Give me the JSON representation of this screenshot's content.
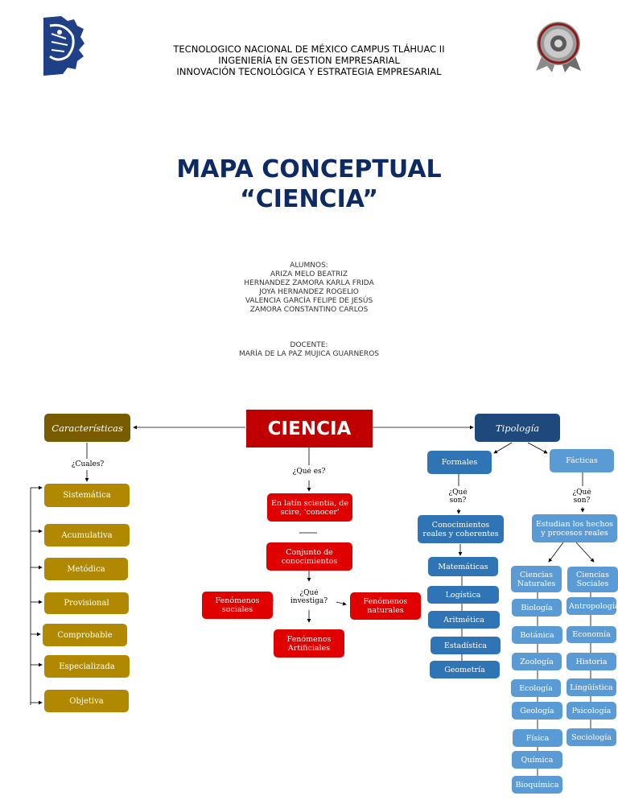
{
  "header": {
    "line1": "TECNOLOGICO NACIONAL DE MÉXICO CAMPUS TLÁHUAC II",
    "line2": "INGENIERÍA EN GESTION EMPRESARIAL",
    "line3": "INNOVACIÓN TECNOLÓGICA Y ESTRATEGIA EMPRESARIAL"
  },
  "title": {
    "line1": "MAPA CONCEPTUAL",
    "line2": "“CIENCIA”"
  },
  "students": {
    "heading": "ALUMNOS:",
    "names": [
      "ARIZA MELO BEATRIZ",
      "HERNANDEZ ZAMORA KARLA FRIDA",
      "JOYA HERNANDEZ ROGELIO",
      "VALENCIA GARCÍA FELIPE DE JESÚS",
      "ZAMORA CONSTANTINO CARLOS"
    ]
  },
  "teacher": {
    "heading": "DOCENTE:",
    "name": "MARÍA DE LA PAZ MUJICA GUARNEROS"
  },
  "colors": {
    "gold": "#b08900",
    "dark_gold": "#7a5c00",
    "red": "#e00000",
    "dark_red": "#c00000",
    "blue": "#2f74b5",
    "light_blue": "#5b9bd5",
    "navy": "#1f497d",
    "title": "#0d2a63"
  },
  "map": {
    "center": "CIENCIA",
    "left": {
      "title": "Características",
      "question": "¿Cuales?",
      "items": [
        "Sistemática",
        "Acumulativa",
        "Metódica",
        "Provisional",
        "Comprobable",
        "Especializada",
        "Objetiva"
      ]
    },
    "middle": {
      "question1": "¿Qué es?",
      "definition": "En latín scientia, de scire, 'conocer'",
      "set": "Conjunto de conocimientos",
      "question2": "¿Qué investiga?",
      "phen_social": "Fenómenos sociales",
      "phen_natural": "Fenómenos naturales",
      "phen_artificial": "Fenómenos Artificiales"
    },
    "right": {
      "title": "Tipología",
      "formal": {
        "label": "Formales",
        "question": "¿Qué son?",
        "definition": "Conocimientos reales y coherentes",
        "items": [
          "Matemáticas",
          "Logística",
          "Aritmética",
          "Estadística",
          "Geometría"
        ]
      },
      "factual": {
        "label": "Fácticas",
        "question": "¿Qué son?",
        "definition": "Estudian los hechos y procesos reales",
        "natural": {
          "label": "Ciencias Naturales",
          "items": [
            "Biología",
            "Botánica",
            "Zoología",
            "Ecología",
            "Geología",
            "Física",
            "Química",
            "Bioquímica"
          ]
        },
        "social": {
          "label": "Ciencias Sociales",
          "items": [
            "Antropología",
            "Economía",
            "Historia",
            "Lingüística",
            "Psicología",
            "Sociología"
          ]
        }
      }
    }
  }
}
